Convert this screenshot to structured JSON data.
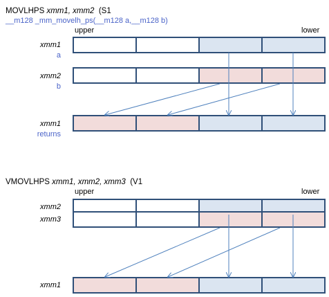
{
  "colors": {
    "box_border": "#2f4f78",
    "white": "#ffffff",
    "blue_fill": "#dbe5f1",
    "pink_fill": "#f2dcdb",
    "arrow": "#4f81bd",
    "link_text": "#4a63c8"
  },
  "section1": {
    "mnemonic": "MOVLHPS",
    "operands": "xmm1, xmm2",
    "paren": "(S1",
    "intrinsic": "__m128 _mm_movelh_ps(__m128 a,__m128 b)",
    "upper": "upper",
    "lower": "lower",
    "rows": [
      {
        "label": "xmm1",
        "sub": "a",
        "fills": [
          "white",
          "white",
          "blue",
          "blue"
        ]
      },
      {
        "label": "xmm2",
        "sub": "b",
        "fills": [
          "white",
          "white",
          "pink",
          "pink"
        ]
      },
      {
        "label": "xmm1",
        "sub": "returns",
        "fills": [
          "pink",
          "pink",
          "blue",
          "blue"
        ]
      }
    ]
  },
  "section2": {
    "mnemonic": "VMOVLHPS",
    "operands": "xmm1, xmm2, xmm3",
    "paren": "(V1",
    "upper": "upper",
    "lower": "lower",
    "rows": [
      {
        "label": "xmm2",
        "fills": [
          "white",
          "white",
          "blue",
          "blue"
        ]
      },
      {
        "label": "xmm3",
        "fills": [
          "white",
          "white",
          "pink",
          "pink"
        ]
      },
      {
        "label": "xmm1",
        "fills": [
          "pink",
          "pink",
          "blue",
          "blue"
        ]
      }
    ]
  }
}
